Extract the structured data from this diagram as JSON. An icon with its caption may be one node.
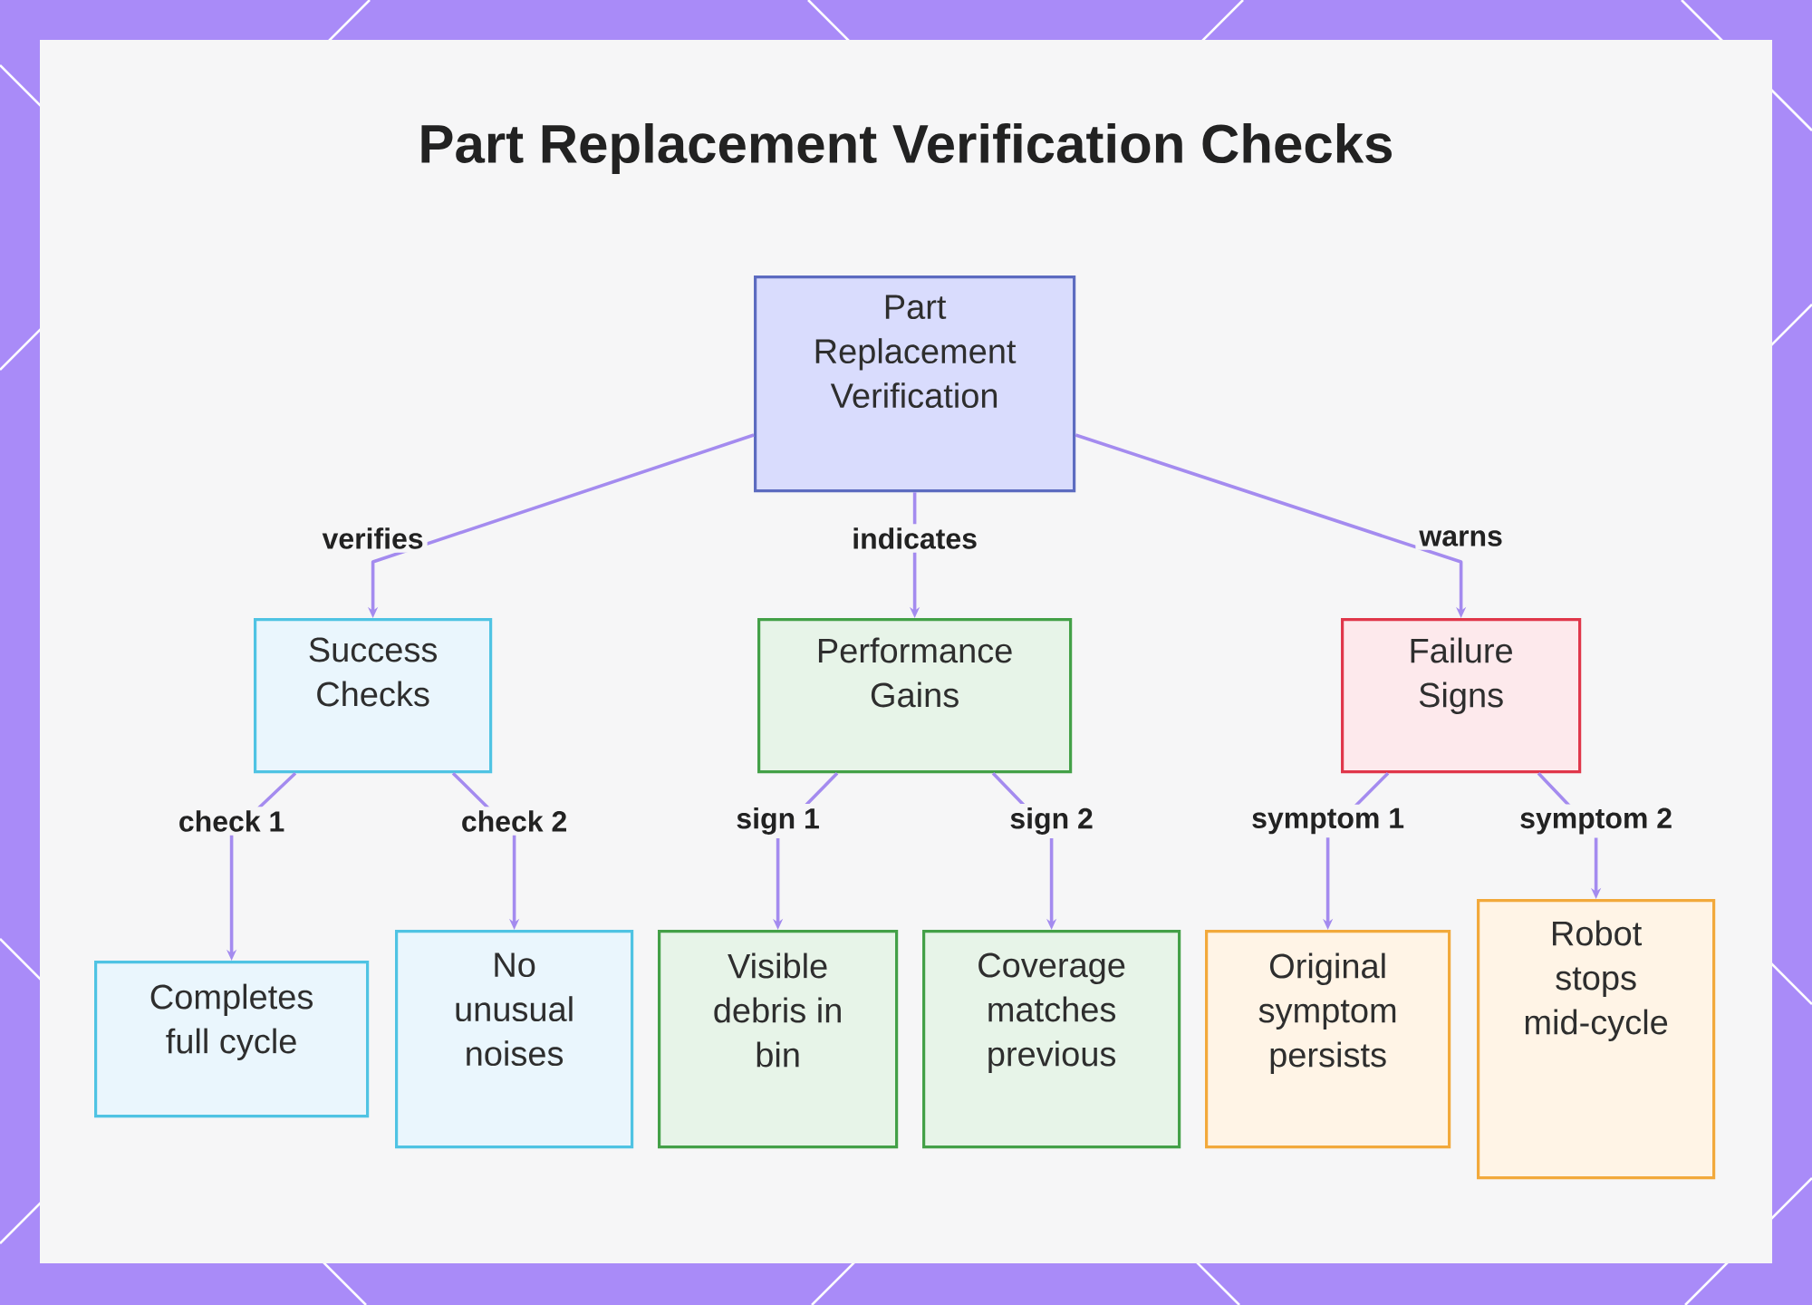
{
  "diagram": {
    "title": "Part Replacement Verification Checks",
    "nodes": [
      {
        "text": [
          "Part Replacement Verification"
        ]
      },
      {
        "text": [
          "Success Checks"
        ]
      },
      {
        "text": [
          "Performance Gains"
        ]
      },
      {
        "text": [
          "Failure Signs"
        ]
      },
      {
        "text": [
          "Completes full cycle"
        ]
      },
      {
        "text": [
          "No unusual noises"
        ]
      },
      {
        "text": [
          "Visible debris in bin"
        ]
      },
      {
        "text": [
          "Coverage matches previous"
        ]
      },
      {
        "text": [
          "Original symptom persists"
        ]
      },
      {
        "text": [
          "Robot stops mid-cycle"
        ]
      }
    ],
    "edges": [
      {
        "from": 0,
        "to": 1,
        "arrow": "to",
        "label": "verifies"
      },
      {
        "from": 0,
        "to": 2,
        "arrow": "to",
        "label": "indicates"
      },
      {
        "from": 0,
        "to": 3,
        "arrow": "to",
        "label": "warns"
      },
      {
        "from": 1,
        "to": 4,
        "arrow": "to",
        "label": "check 1"
      },
      {
        "from": 1,
        "to": 5,
        "arrow": "to",
        "label": "check 2"
      },
      {
        "from": 2,
        "to": 6,
        "arrow": "to",
        "label": "sign 1"
      },
      {
        "from": 2,
        "to": 7,
        "arrow": "to",
        "label": "sign 2"
      },
      {
        "from": 3,
        "to": 8,
        "arrow": "to",
        "label": "symptom 1"
      },
      {
        "from": 3,
        "to": 9,
        "arrow": "to",
        "label": "symptom 2"
      }
    ]
  }
}
